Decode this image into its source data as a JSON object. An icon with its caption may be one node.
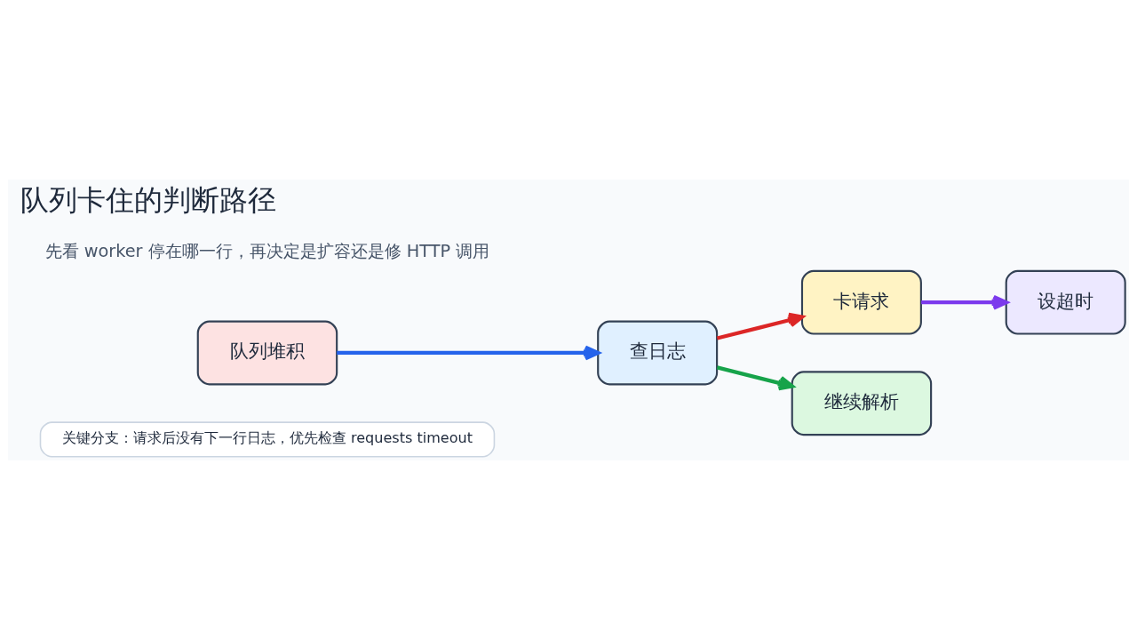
{
  "diagram": {
    "title": "队列卡住的判断路径",
    "nodes": [
      {
        "text": [
          "队列堆积"
        ]
      },
      {
        "text": [
          "查日志"
        ]
      },
      {
        "text": [
          "卡请求"
        ]
      },
      {
        "text": [
          "设超时"
        ]
      },
      {
        "text": [
          "继续解析"
        ]
      },
      {
        "text": [
          "关键分支：请求后没有下一行日志，优先检查 requests timeout"
        ]
      }
    ],
    "edges": [
      {
        "from": 0,
        "to": 1,
        "arrow": "to",
        "color": "#2563eb"
      },
      {
        "from": 1,
        "to": 2,
        "arrow": "to",
        "color": "#dc2626"
      },
      {
        "from": 2,
        "to": 3,
        "arrow": "to",
        "color": "#7c3aed"
      },
      {
        "from": 1,
        "to": 4,
        "arrow": "to",
        "color": "#16a34a"
      }
    ],
    "labels": [
      "先看 worker 停在哪一行，再决定是扩容还是修 HTTP 调用"
    ]
  }
}
